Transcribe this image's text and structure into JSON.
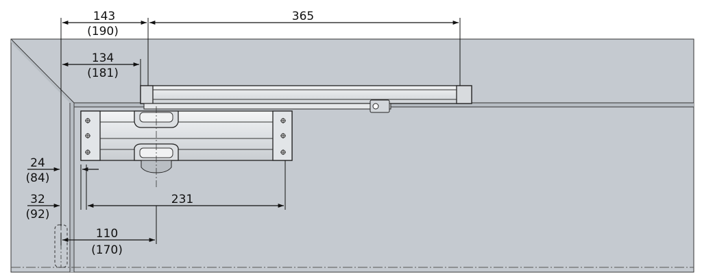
{
  "colors": {
    "wall": "#c5cad0",
    "frame_face": "#bcc2c8",
    "metal_light": "#eef0f2",
    "metal_mid": "#d5d9dd",
    "metal_dark": "#8e949a",
    "line": "#1a1a1a"
  },
  "dimensions": {
    "d143": {
      "value": "143",
      "alt": "(190)"
    },
    "d365": {
      "value": "365"
    },
    "d134": {
      "value": "134",
      "alt": "(181)"
    },
    "d24": {
      "value": "24",
      "alt": "(84)"
    },
    "d32": {
      "value": "32",
      "alt": "(92)"
    },
    "d231": {
      "value": "231"
    },
    "d110": {
      "value": "110",
      "alt": "(170)"
    }
  }
}
